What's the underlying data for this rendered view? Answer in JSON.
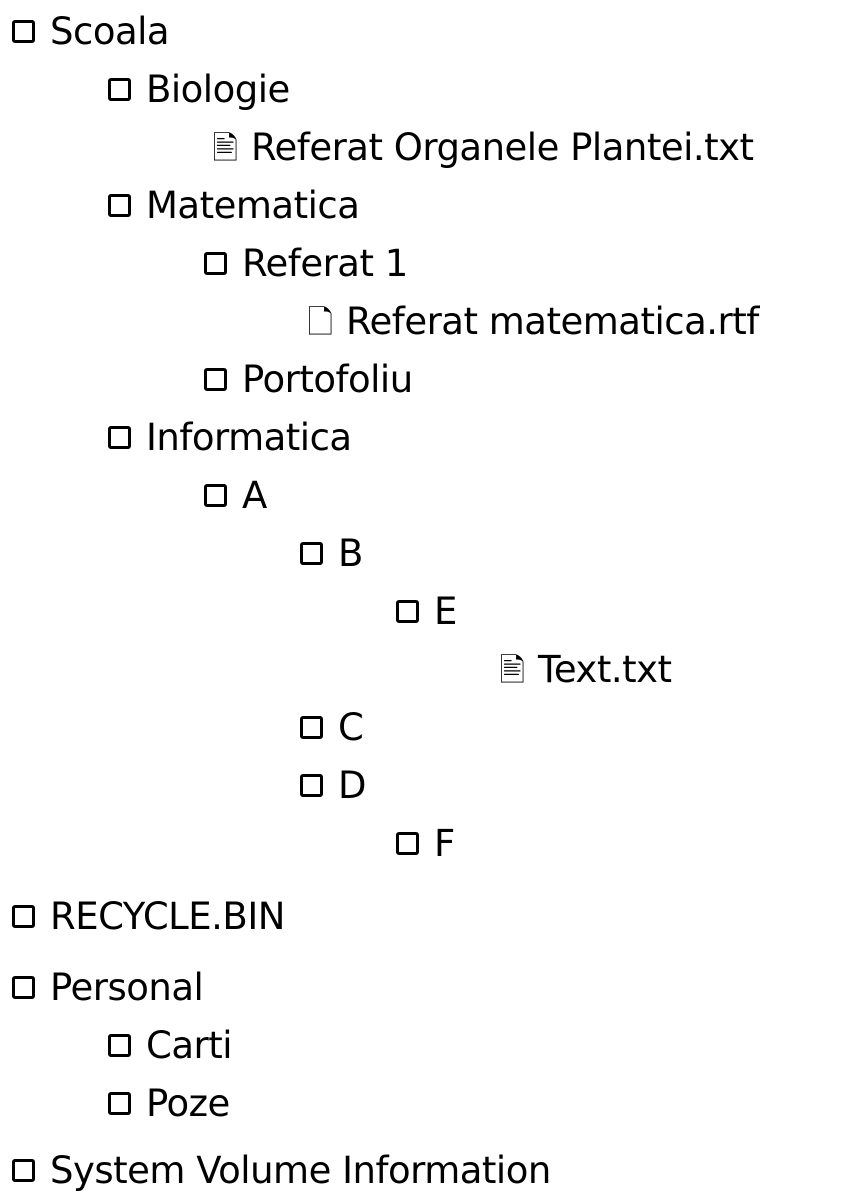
{
  "tree": {
    "scoala": {
      "label": "Scoala",
      "icon": "folder-icon"
    },
    "biologie": {
      "label": "Biologie",
      "icon": "folder-icon"
    },
    "referat_organele": {
      "label": "Referat Organele Plantei.txt",
      "icon": "text-file-icon",
      "glyph": "🖹"
    },
    "matematica": {
      "label": "Matematica",
      "icon": "folder-icon"
    },
    "referat_1": {
      "label": "Referat 1",
      "icon": "folder-icon"
    },
    "referat_matematica": {
      "label": "Referat matematica.rtf",
      "icon": "document-file-icon",
      "glyph": "🗋"
    },
    "portofoliu": {
      "label": "Portofoliu",
      "icon": "folder-icon"
    },
    "informatica": {
      "label": "Informatica",
      "icon": "folder-icon"
    },
    "folder_a": {
      "label": "A",
      "icon": "folder-icon"
    },
    "folder_b": {
      "label": "B",
      "icon": "folder-icon"
    },
    "folder_e": {
      "label": "E",
      "icon": "folder-icon"
    },
    "text_txt": {
      "label": "Text.txt",
      "icon": "text-file-icon",
      "glyph": "🖹"
    },
    "folder_c": {
      "label": "C",
      "icon": "folder-icon"
    },
    "folder_d": {
      "label": "D",
      "icon": "folder-icon"
    },
    "folder_f": {
      "label": "F",
      "icon": "folder-icon"
    },
    "recycle_bin": {
      "label": "RECYCLE.BIN",
      "icon": "folder-icon"
    },
    "personal": {
      "label": "Personal",
      "icon": "folder-icon"
    },
    "carti": {
      "label": "Carti",
      "icon": "folder-icon"
    },
    "poze": {
      "label": "Poze",
      "icon": "folder-icon"
    },
    "system_volume": {
      "label": "System Volume Information",
      "icon": "folder-icon"
    }
  }
}
